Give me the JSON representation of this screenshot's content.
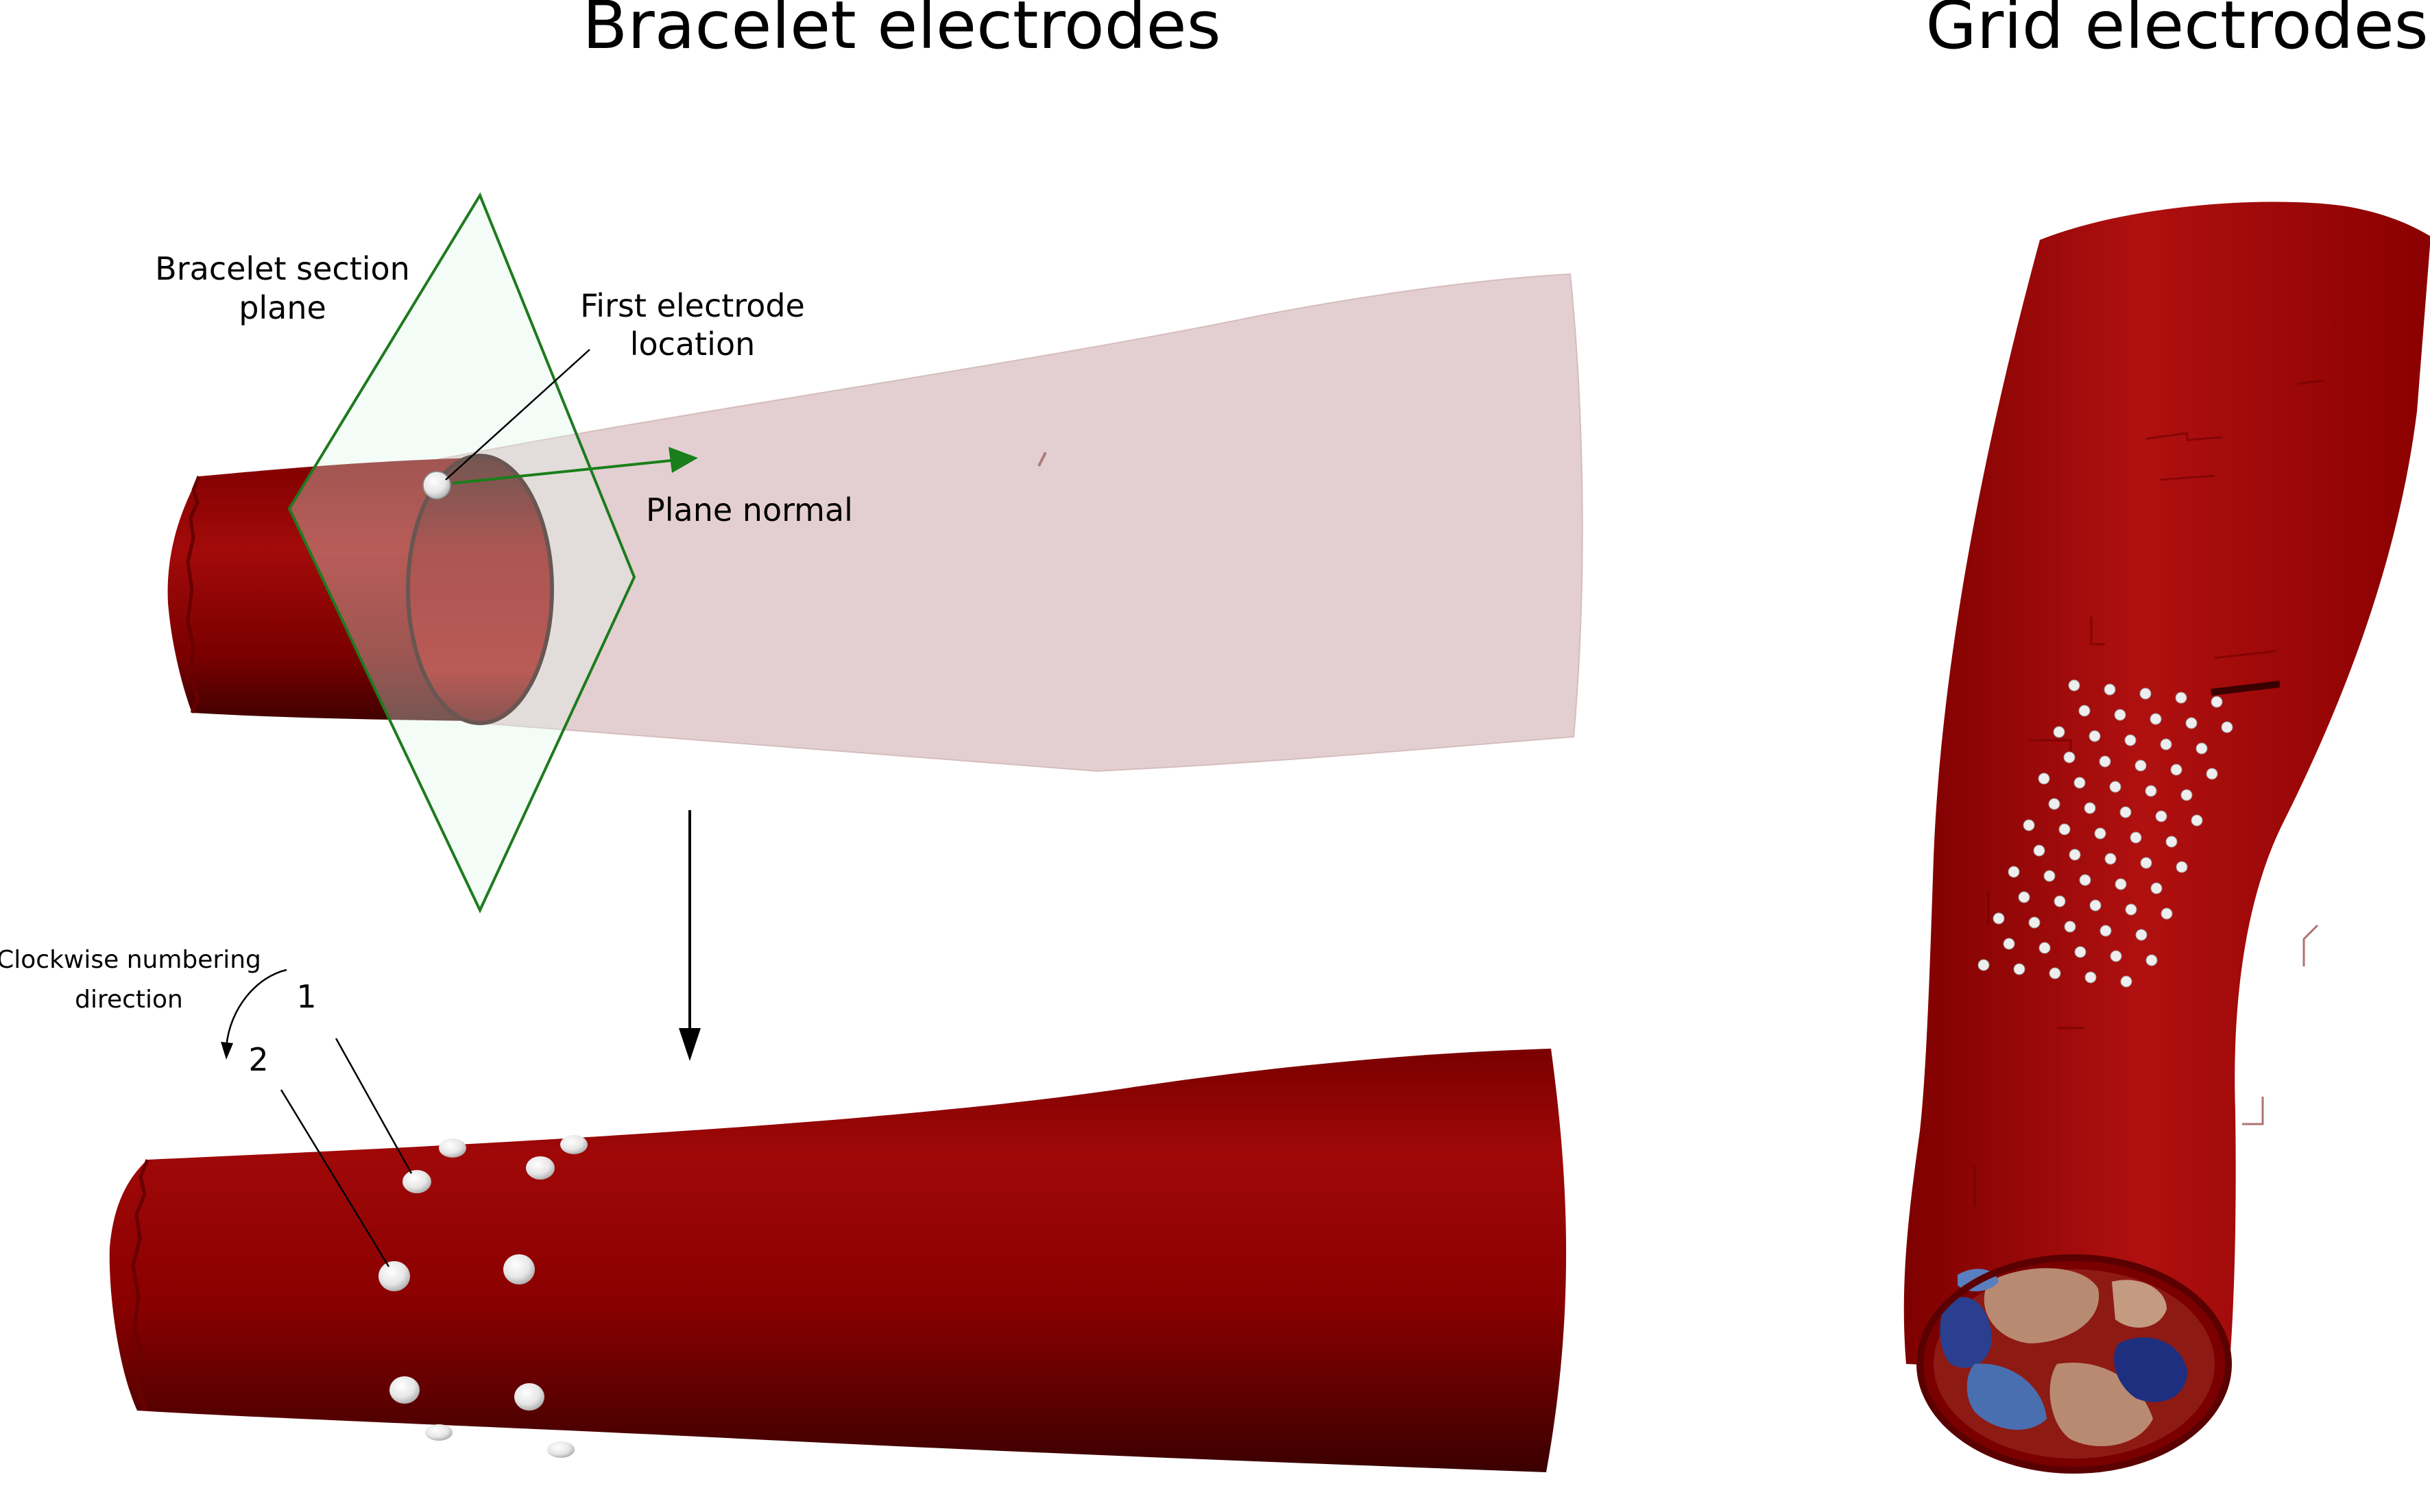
{
  "titles": {
    "bracelet": "Bracelet electrodes",
    "grid": "Grid electrodes"
  },
  "labels": {
    "section_plane_line1": "Bracelet section",
    "section_plane_line2": "plane",
    "first_electrode_line1": "First electrode",
    "first_electrode_line2": "location",
    "plane_normal": "Plane normal",
    "clockwise_line1": "Clockwise numbering",
    "clockwise_line2": "direction",
    "electrode_1": "1",
    "electrode_2": "2"
  },
  "colors": {
    "muscle": "#8e0000",
    "muscle_dark": "#3d0000",
    "muscle_light": "#a80a0a",
    "translucent_muscle": "#e3cfd1",
    "plane_edge": "#1e7a1e",
    "plane_fill": "#dff5ea",
    "normal_arrow": "#1a7f1a",
    "electrode": "#eeeeee",
    "bone_tan": "#b98a72",
    "blue_tissue": "#2a3f8f",
    "light_blue_tissue": "#4a6fb0"
  },
  "grid_electrodes": {
    "rows": 13,
    "columns": 5
  },
  "bracelet_electrodes": {
    "count_visible": 10
  }
}
